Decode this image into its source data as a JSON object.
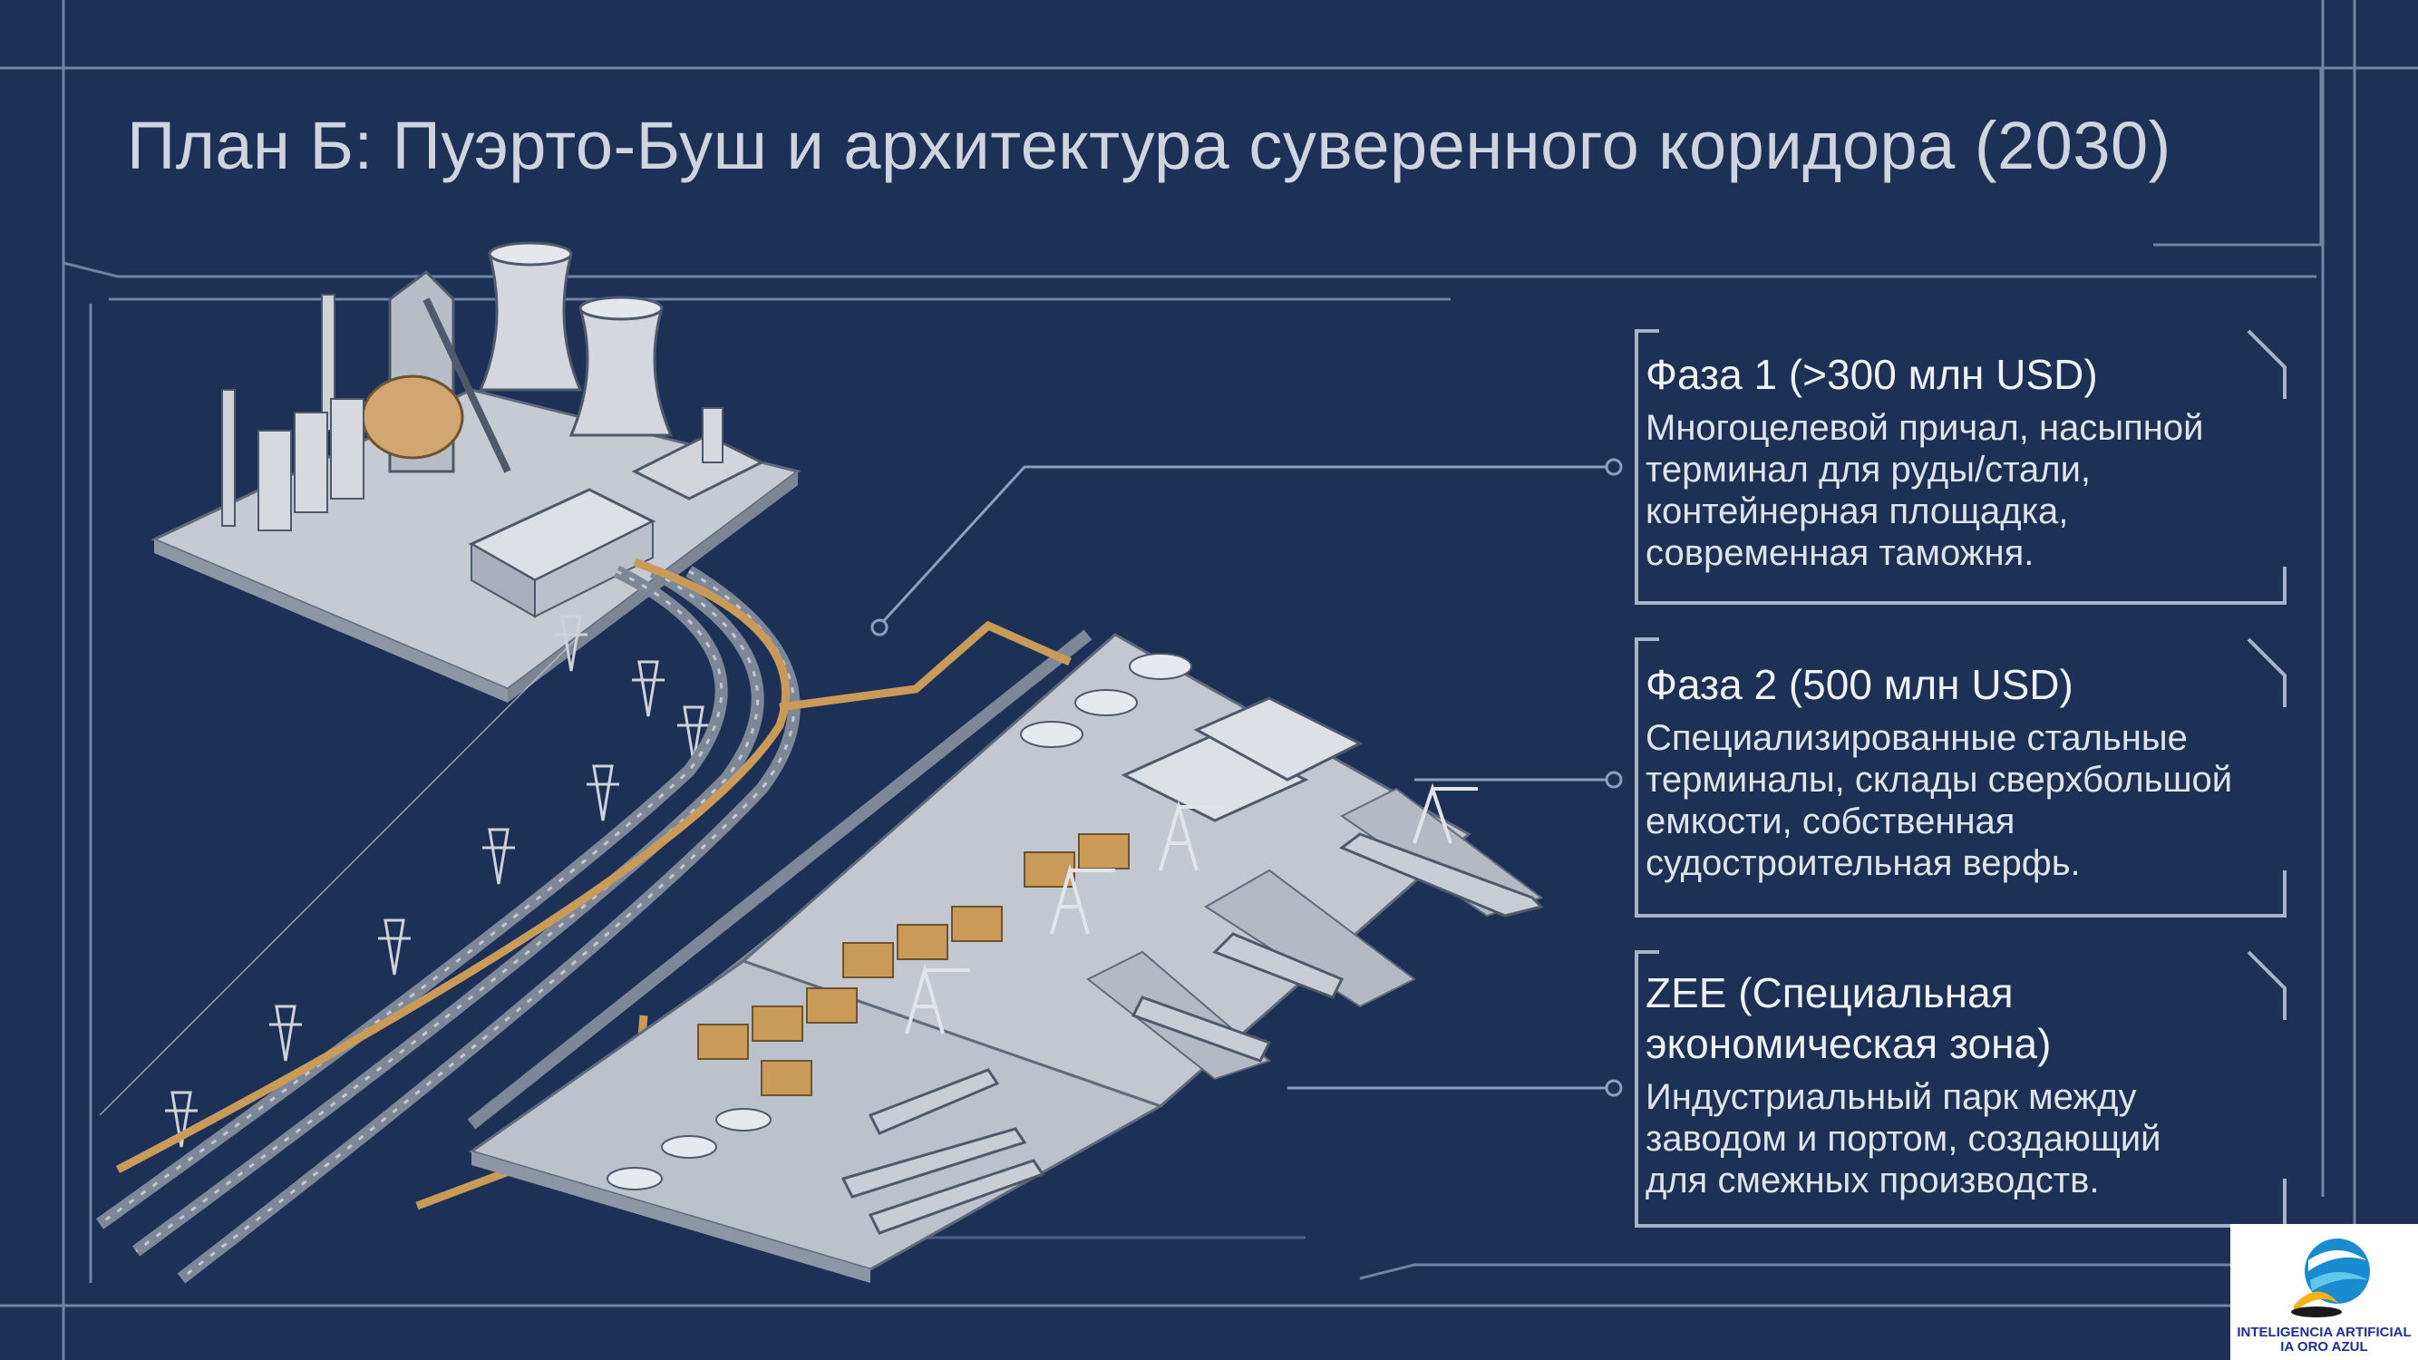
{
  "title": "План Б: Пуэрто-Буш и архитектура суверенного коридора (2030)",
  "phases": [
    {
      "heading": "Фаза 1 (>300 млн USD)",
      "lines": [
        "Многоцелевой причал, насыпной",
        "терминал для руды/стали,",
        "контейнерная площадка,",
        "современная таможня."
      ]
    },
    {
      "heading": "Фаза 2 (500 млн USD)",
      "lines": [
        "Специализированные стальные",
        "терминалы, склады сверхбольшой",
        "емкости, собственная",
        "судостроительная верфь."
      ]
    },
    {
      "heading_lines": [
        "ZEE (Специальная",
        "экономическая зона)"
      ],
      "lines": [
        "Индустриальный парк между",
        "заводом и портом, создающий",
        "для смежных производств."
      ]
    }
  ],
  "logo": {
    "line1": "INTELIGENCIA ARTIFICIAL",
    "line2": "IA ORO AZUL"
  },
  "colors": {
    "background": "#1d3056",
    "blueprint_line": "#8ea0bf",
    "pipeline": "#c99a58",
    "structure": "#c9ced6",
    "water": "#22365e"
  }
}
